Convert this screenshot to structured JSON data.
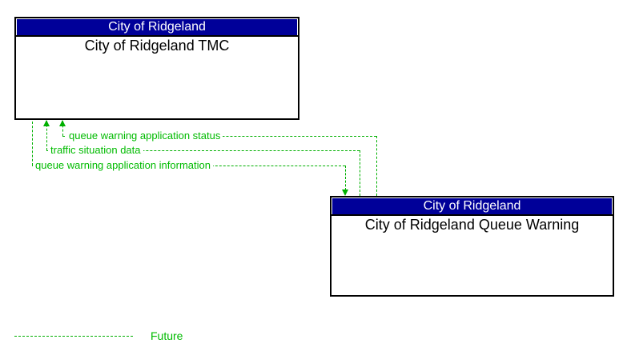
{
  "diagram": {
    "boxes": [
      {
        "id": "tmc",
        "header": "City of Ridgeland",
        "title": "City of Ridgeland TMC"
      },
      {
        "id": "queue",
        "header": "City of Ridgeland",
        "title": "City of Ridgeland Queue Warning"
      }
    ],
    "flows": [
      {
        "label": "queue warning application status",
        "from": "City of Ridgeland Queue Warning",
        "to": "City of Ridgeland TMC",
        "status": "future"
      },
      {
        "label": "traffic situation data",
        "from": "City of Ridgeland Queue Warning",
        "to": "City of Ridgeland TMC",
        "status": "future"
      },
      {
        "label": "queue warning application information",
        "from": "City of Ridgeland TMC",
        "to": "City of Ridgeland Queue Warning",
        "status": "future"
      }
    ],
    "legend": {
      "label": "Future",
      "line_style": "dashed"
    },
    "colors": {
      "header_bg": "#000099",
      "header_text": "#ffffff",
      "box_border": "#000000",
      "flow_green": "#00B000",
      "label_green": "#00BB00",
      "background": "#ffffff"
    }
  }
}
